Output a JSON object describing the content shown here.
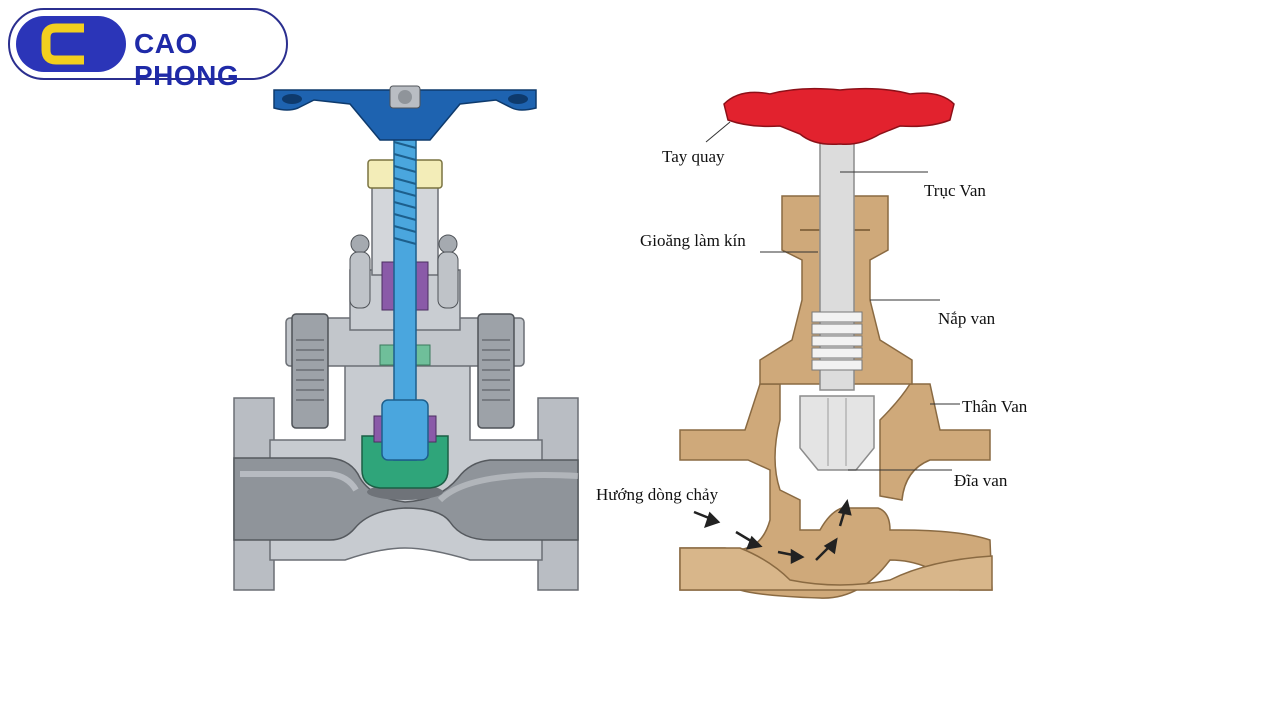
{
  "brand": {
    "name": "CAO PHONG",
    "mark_color": "#2b35b8",
    "mark_letter_color": "#f2cf1f"
  },
  "left_figure": {
    "handwheel_color": "#1e63b0",
    "stem_color": "#4aa6de",
    "body_color": "#b9bdc3"
  },
  "right_figure": {
    "labels": {
      "handwheel": "Tay quay",
      "stem": "Trục Van",
      "packing": "Gioăng làm kín",
      "bonnet": "Nắp van",
      "body": "Thân Van",
      "disc": "Đĩa van",
      "flow_direction": "Hướng dòng chảy"
    },
    "handwheel_color": "#e2222e",
    "body_color": "#cfa97a",
    "stem_color": "#dcdcdc"
  }
}
